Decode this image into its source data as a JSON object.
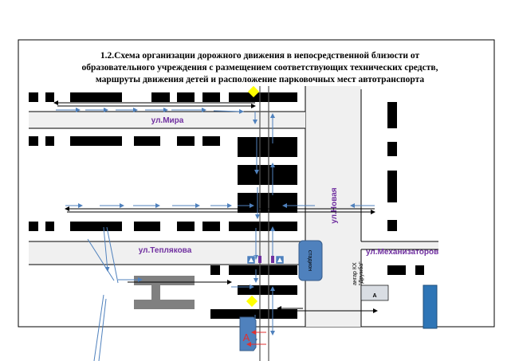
{
  "title": {
    "line1": "1.2.Схема организации дорожного движения в непосредственной близости от",
    "line2": "образовательного учреждения с размещением соответствующих технических средств,",
    "line3": "маршруты движения детей и расположение парковочных мест автотранспорта"
  },
  "streets": {
    "mira": "ул.Мира",
    "novaya": "ул.Новая",
    "teplyakova": "ул.Теплякова",
    "mekhanizatorov": "ул.Механизаторов"
  },
  "labels": {
    "stadium": "стадион",
    "hangar": "ангар КХ",
    "druzhba": "\"Дружба\"",
    "bus_stop": "А",
    "small_a": "А"
  },
  "colors": {
    "road": "#f0f0f0",
    "building": "#000000",
    "route": "#4f81bd",
    "street_label": "#7030a0",
    "stadium": "#4f81bd",
    "sign": "#ffff00"
  }
}
